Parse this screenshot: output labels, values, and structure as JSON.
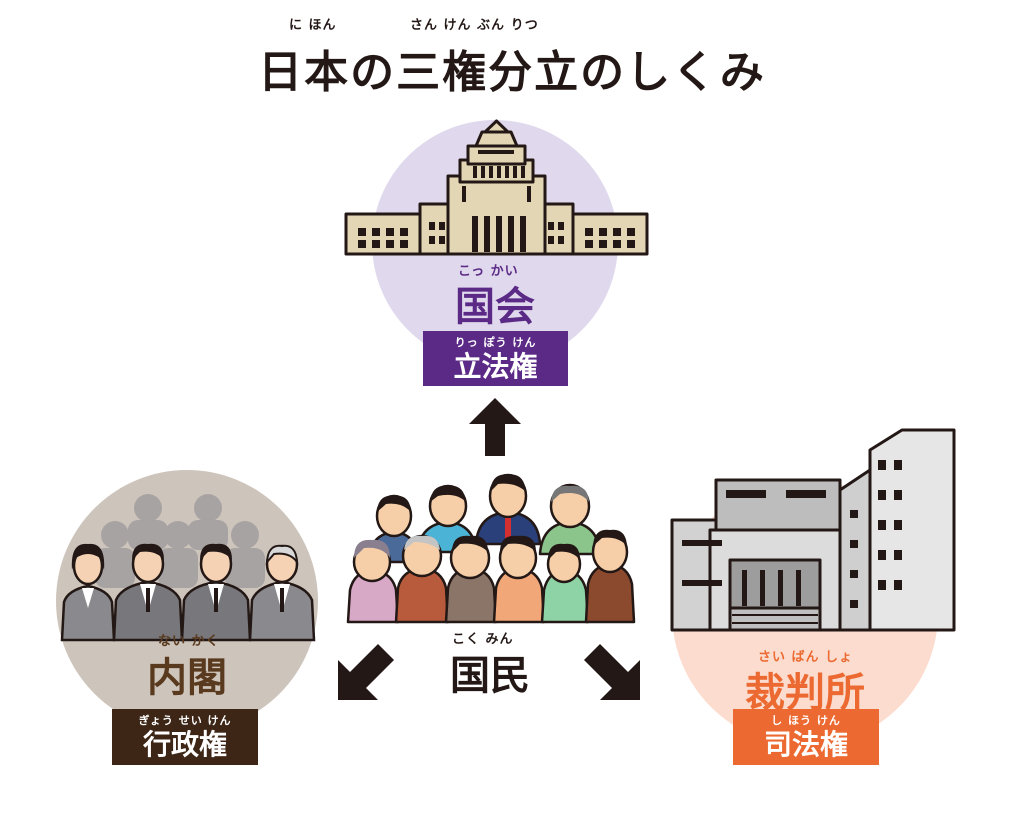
{
  "title": {
    "text": "日本の三権分立のしくみ",
    "ruby_nihon": "に ほん",
    "ruby_sanken": "さん けん ぶん りつ"
  },
  "diet": {
    "ruby": "こっ かい",
    "name": "国会",
    "power_ruby": "りっ ぽう けん",
    "power": "立法権",
    "circle_color": "#e0d8ec",
    "box_color": "#5b2a86",
    "name_color": "#5b2a86"
  },
  "cabinet": {
    "ruby": "ない かく",
    "name": "内閣",
    "power_ruby": "ぎょう せい けん",
    "power": "行政権",
    "circle_color": "#cdc4bb",
    "box_color": "#3d2616",
    "name_color": "#5a3a1e"
  },
  "court": {
    "ruby": "さい ばん しょ",
    "name": "裁判所",
    "power_ruby": "し ほう けん",
    "power": "司法権",
    "circle_color": "#fbdcce",
    "box_color": "#ec6a31",
    "name_color": "#ec6a31"
  },
  "citizens": {
    "ruby": "こく みん",
    "name": "国民"
  }
}
